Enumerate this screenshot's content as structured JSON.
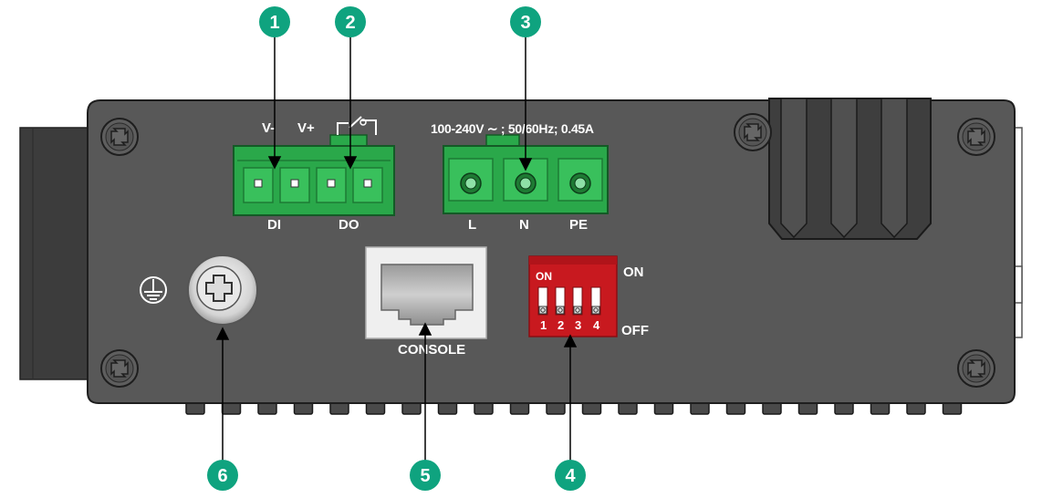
{
  "labels": {
    "v_minus": "V-",
    "v_plus": "V+",
    "power_rating": "100-240V ∼ ; 50/60Hz; 0.45A",
    "di": "DI",
    "do": "DO",
    "l": "L",
    "n": "N",
    "pe": "PE",
    "console": "CONSOLE",
    "dip_on_inner": "ON",
    "dip_on": "ON",
    "dip_off": "OFF",
    "dip_1": "1",
    "dip_2": "2",
    "dip_3": "3",
    "dip_4": "4"
  },
  "callouts": [
    "1",
    "2",
    "3",
    "4",
    "5",
    "6"
  ],
  "colors": {
    "panel": "#585858",
    "panel_dark": "#3a3a3a",
    "connector_green": "#2aa84a",
    "callout_green": "#0fa37f",
    "dip_red": "#c8191f",
    "label_white": "#ffffff"
  }
}
